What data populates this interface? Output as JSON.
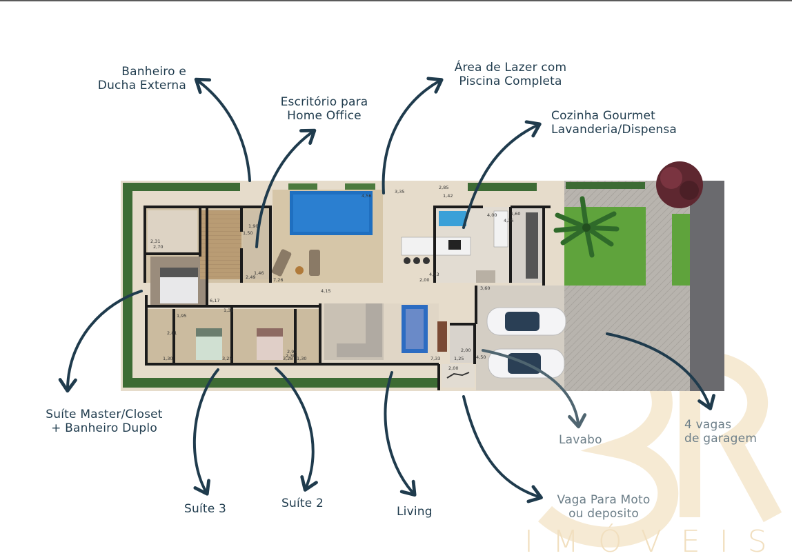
{
  "labels": {
    "banheiro": [
      "Banheiro e",
      "Ducha Externa"
    ],
    "escritorio": [
      "Escritório para",
      "Home Office"
    ],
    "lazer": [
      "Área de Lazer com",
      "Piscina Completa"
    ],
    "cozinha": [
      "Cozinha Gourmet",
      "Lavanderia/Dispensa"
    ],
    "suite_master": [
      "Suíte Master/Closet",
      "+ Banheiro Duplo"
    ],
    "suite3": "Suíte 3",
    "suite2": "Suíte 2",
    "living": "Living",
    "lavabo": "Lavabo",
    "vagas": [
      "4 vagas",
      "de garagem"
    ],
    "moto": [
      "Vaga Para Moto",
      "ou deposito"
    ]
  },
  "watermark": {
    "logo_text": "3R",
    "brand": "IMÓVEIS"
  },
  "dimensions": [
    "2,31",
    "2,70",
    "1,50",
    "1,90",
    "2,49",
    "1,46",
    "7,26",
    "4,15",
    "1,95",
    "1,30",
    "3,60",
    "6,17",
    "2,81",
    "1,30",
    "3,25",
    "2,30",
    "1,30",
    "3,28",
    "7,33",
    "4,50",
    "1,25",
    "2,00",
    "4,00",
    "4,36",
    "1,60",
    "2,85",
    "1,42",
    "2,00",
    "4,33",
    "3,35",
    "4,56",
    "2,00",
    "2,90"
  ],
  "colors": {
    "arrow": "#1f3b4d",
    "floor": "#d9cbb4",
    "wall": "#1b1b1b",
    "hedge": "#3d6b34",
    "pool": "#1e6fb8",
    "watermark": "#f1dfbf"
  }
}
